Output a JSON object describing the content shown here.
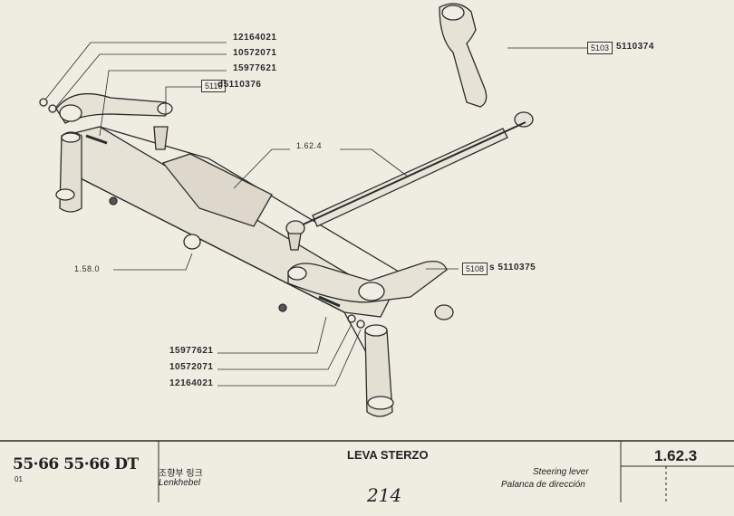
{
  "callouts": {
    "top_left": [
      "12164021",
      "10572071",
      "15977621"
    ],
    "top_left_ref_box": "5116",
    "top_left_ref_part": "d5110376",
    "top_right_ref_box": "5103",
    "top_right_ref_part": "5110374",
    "tie_rod": "1.62.4",
    "axle": "1.58.0",
    "right_ref_box": "5108",
    "right_ref_part": "s 5110375",
    "bottom_left": [
      "15977621",
      "10572071",
      "12164021"
    ]
  },
  "footer": {
    "models": "55·66  55·66 DT",
    "sub": "01",
    "title": "LEVA STERZO",
    "korean": "조향부 링크",
    "german": "Lenkhebel",
    "english": "Steering lever",
    "spanish": "Palanca de dirección",
    "page_handwritten": "214",
    "section_code": "1.62.3"
  }
}
